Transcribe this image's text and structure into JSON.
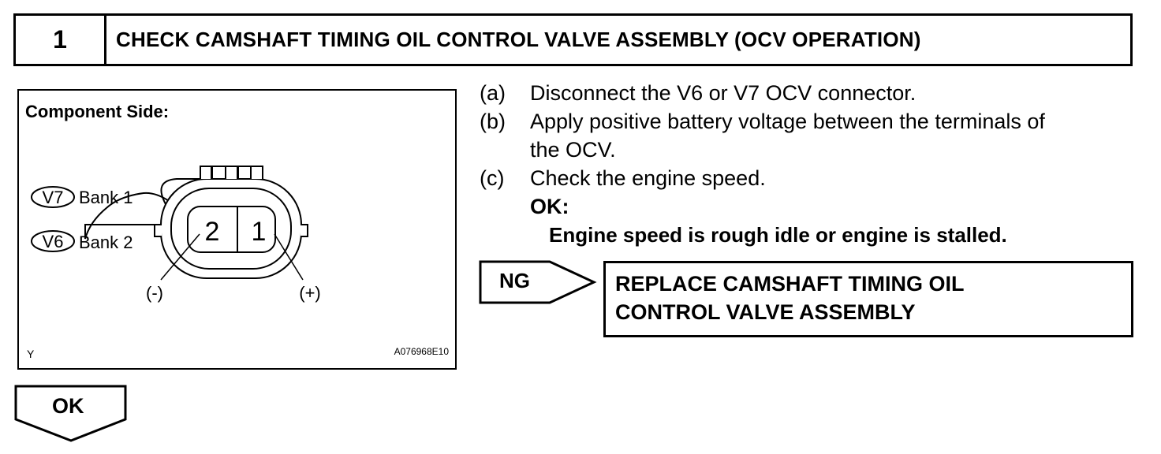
{
  "header": {
    "step_number": "1",
    "title": "CHECK CAMSHAFT TIMING OIL CONTROL VALVE ASSEMBLY (OCV OPERATION)"
  },
  "figure": {
    "heading": "Component Side:",
    "connectors": [
      {
        "code": "V7",
        "label": "Bank 1"
      },
      {
        "code": "V6",
        "label": "Bank 2"
      }
    ],
    "pins": [
      "2",
      "1"
    ],
    "polarity": {
      "left": "(-)",
      "right": "(+)"
    },
    "corner_mark": "Y",
    "figure_id": "A076968E10"
  },
  "steps": [
    {
      "label": "(a)",
      "lines": [
        "Disconnect the V6 or V7 OCV connector."
      ]
    },
    {
      "label": "(b)",
      "lines": [
        "Apply positive battery voltage between the terminals of",
        "the OCV."
      ]
    },
    {
      "label": "(c)",
      "lines": [
        "Check the engine speed."
      ]
    }
  ],
  "ok_criteria": {
    "label": "OK:",
    "text": "Engine speed is rough idle or engine is stalled."
  },
  "ng_branch": {
    "label": "NG",
    "action_lines": [
      "REPLACE CAMSHAFT TIMING OIL",
      "CONTROL VALVE ASSEMBLY"
    ]
  },
  "ok_branch": {
    "label": "OK"
  }
}
